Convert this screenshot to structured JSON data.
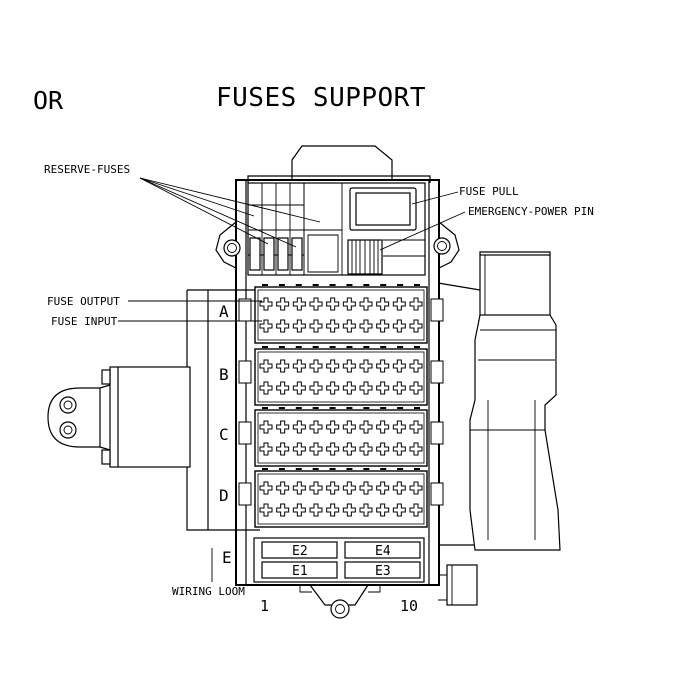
{
  "header": {
    "or_label": "OR",
    "title": "FUSES SUPPORT"
  },
  "callouts": {
    "reserve_fuses": "RESERVE-FUSES",
    "fuse_pull": "FUSE PULL",
    "emergency_power_pin": "EMERGENCY-POWER PIN",
    "fuse_output": "FUSE OUTPUT",
    "fuse_input": "FUSE INPUT",
    "wiring_loom": "WIRING LOOM"
  },
  "rows": {
    "a": "A",
    "b": "B",
    "c": "C",
    "d": "D",
    "e": "E"
  },
  "relays": {
    "e1": "E1",
    "e2": "E2",
    "e3": "E3",
    "e4": "E4"
  },
  "column_numbers": {
    "first": "1",
    "last": "10"
  },
  "fuse_grid": {
    "rows_per_block": 2,
    "fuses_per_row": 10
  }
}
